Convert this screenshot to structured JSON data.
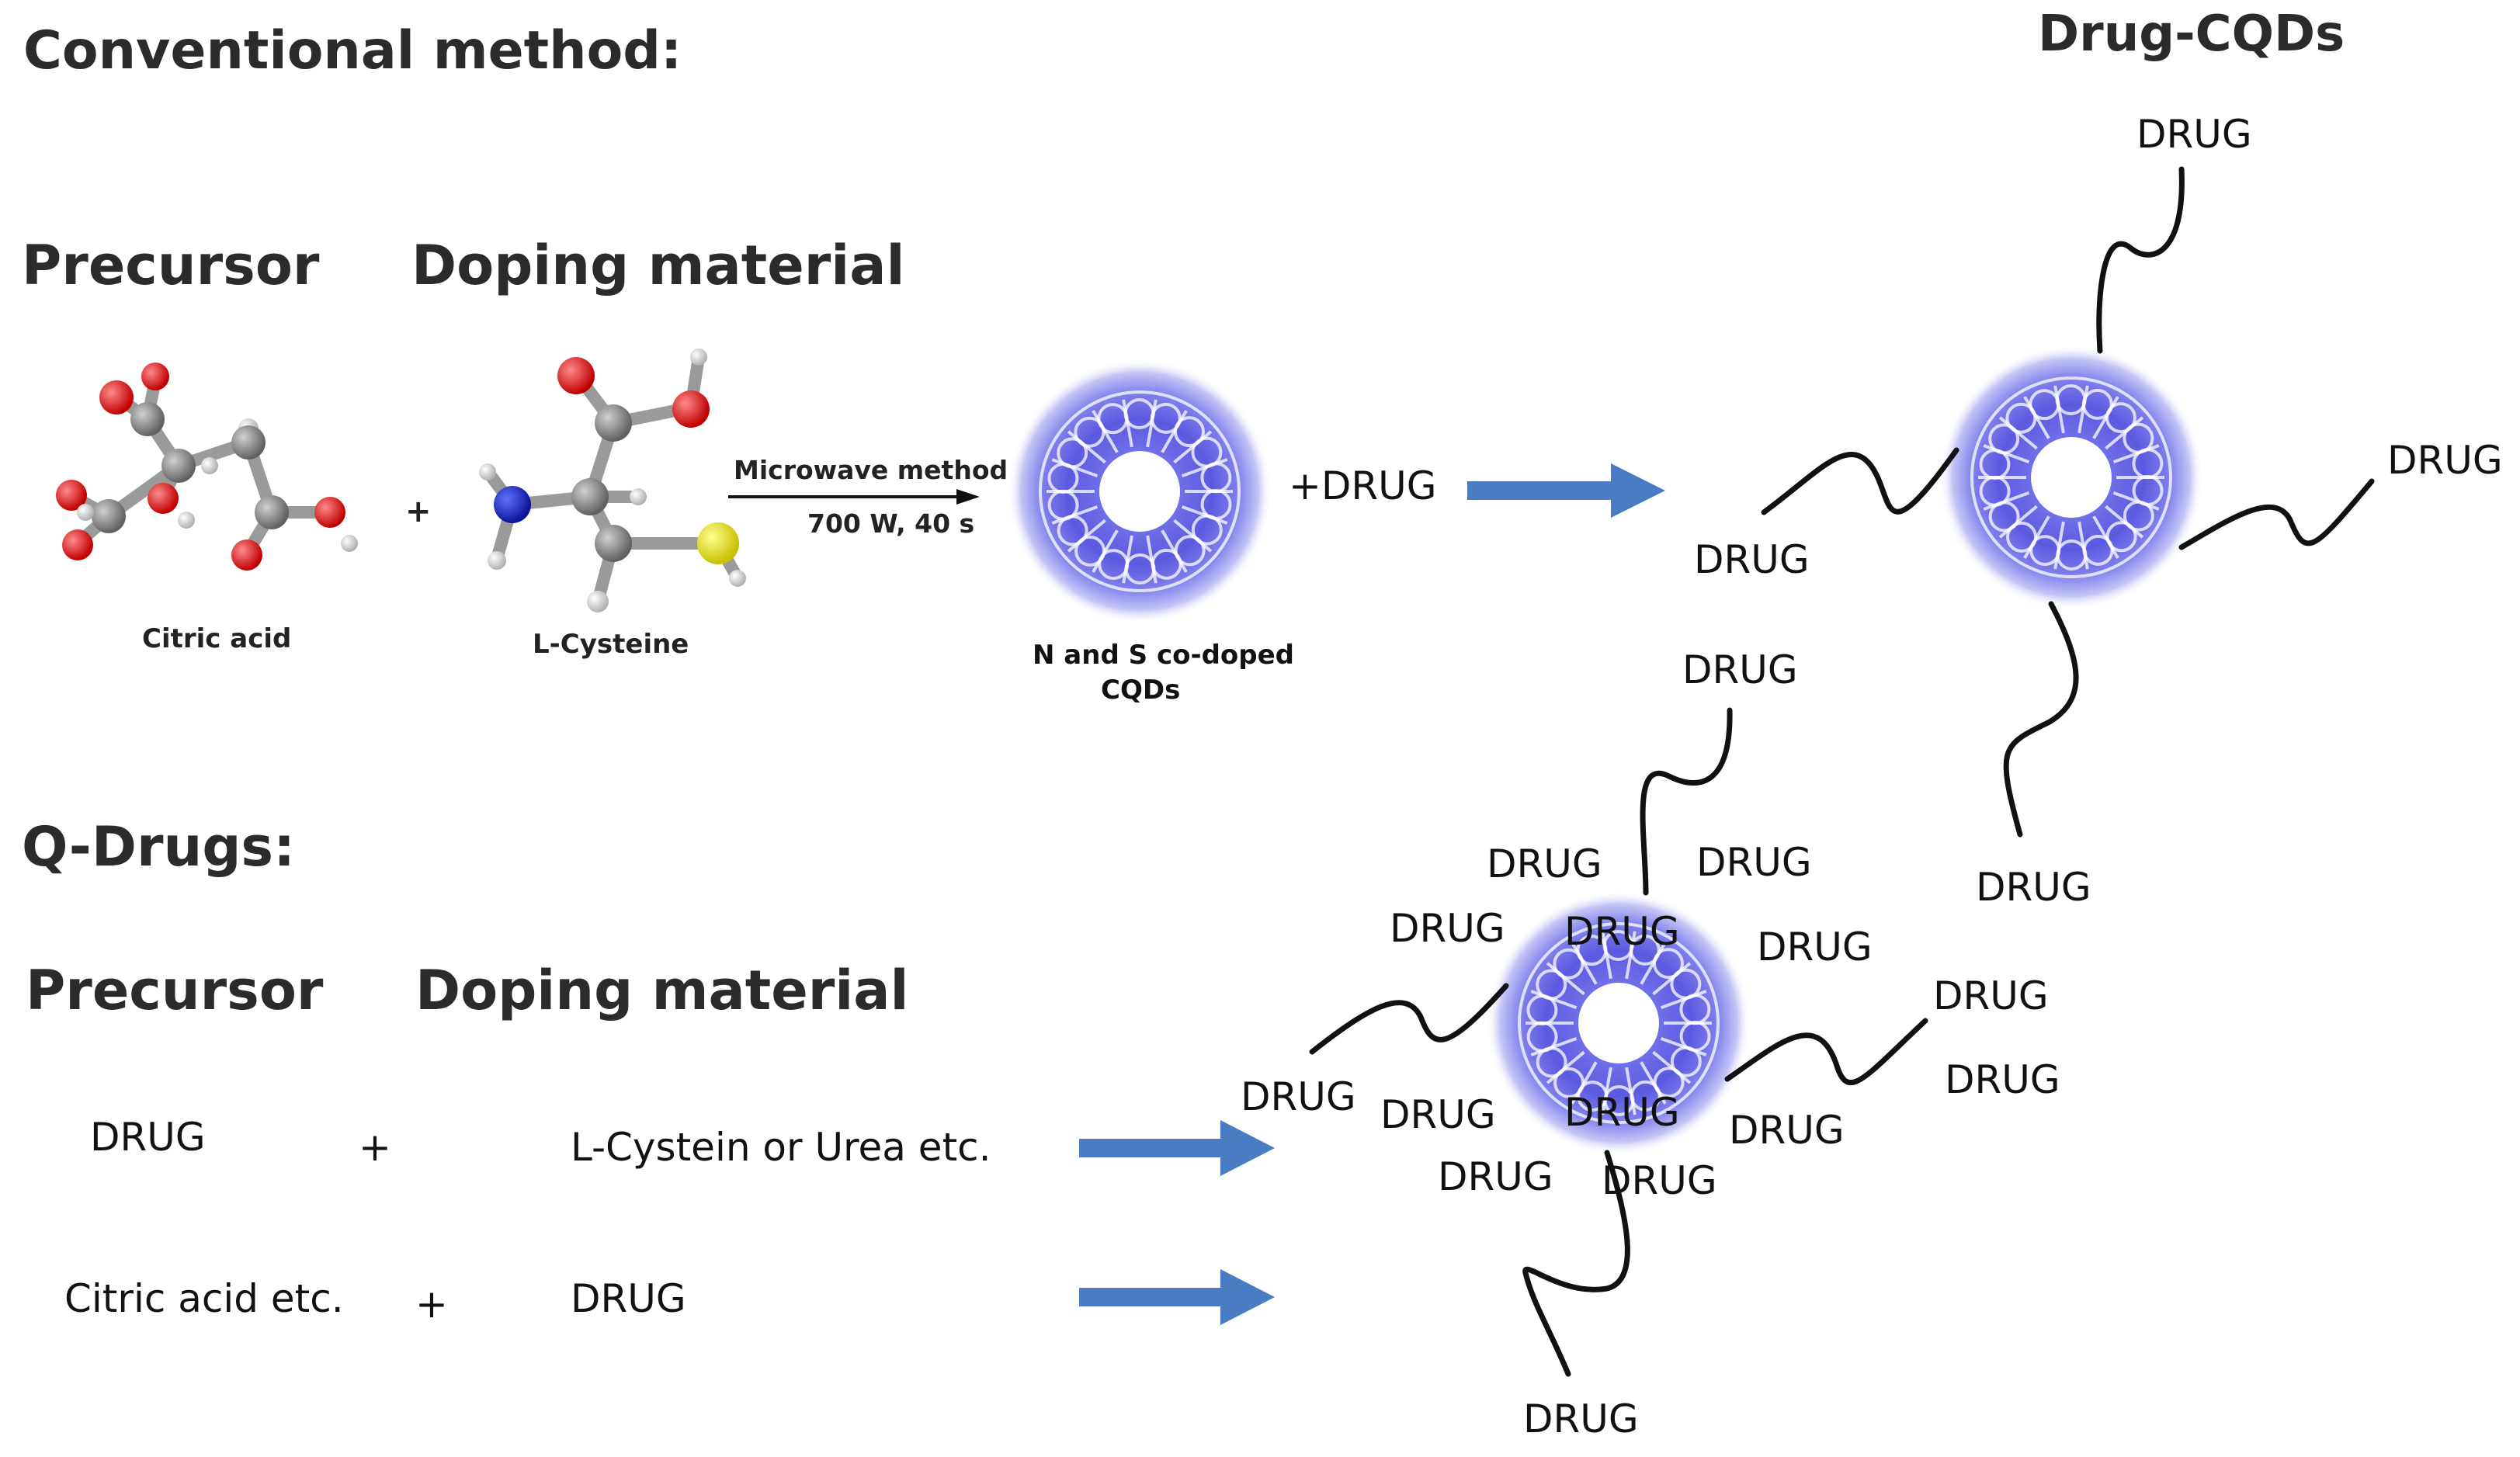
{
  "conventional": {
    "title": "Conventional method:",
    "precursor_heading": "Precursor",
    "doping_heading": "Doping material",
    "citric_acid_label": "Citric acid",
    "plus": "+",
    "cysteine_label": "L-Cysteine",
    "arrow_label_top": "Microwave method",
    "arrow_label_bottom": "700 W, 40 s",
    "cqd_label_line1": "N and S co-doped",
    "cqd_label_line2": "CQDs",
    "add_drug": "+DRUG",
    "result_title": "Drug-CQDs",
    "drug_label": "DRUG"
  },
  "qdrugs": {
    "title": "Q-Drugs:",
    "precursor_heading": "Precursor",
    "doping_heading": "Doping material",
    "row1": {
      "left": "DRUG",
      "plus": "+",
      "right": "L-Cystein or Urea etc."
    },
    "row2": {
      "left": "Citric acid etc.",
      "plus": "+",
      "right": "DRUG"
    },
    "drug_label": "DRUG"
  },
  "colors": {
    "arrow_blue": "#4a7cc4",
    "cqd_blue": "#4a4ad6",
    "oxygen": "#e01010",
    "carbon": "#8c8c8c",
    "hydrogen": "#e8e8e8",
    "nitrogen": "#1020c0",
    "sulfur": "#e6e000"
  }
}
